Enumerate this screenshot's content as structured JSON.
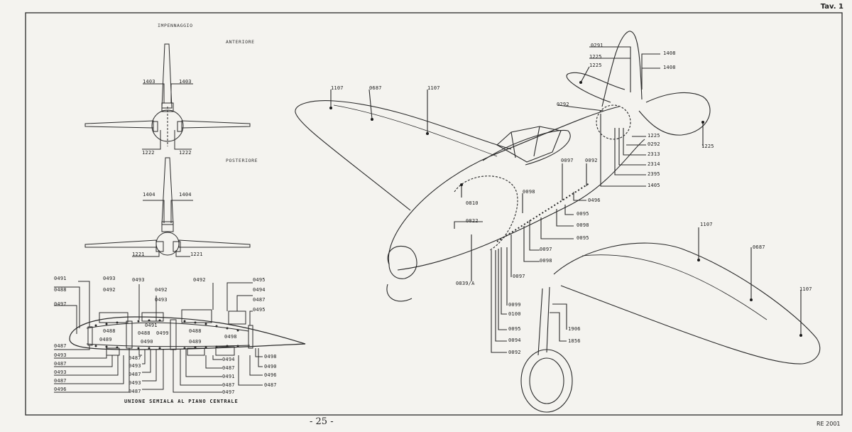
{
  "header": {
    "tav": "Tav. 1"
  },
  "footer": {
    "page": "- 25 -",
    "code": "RE 2001"
  },
  "tail": {
    "title": "IMPENNAGGIO",
    "front_label": "ANTERIORE",
    "rear_label": "POSTERIORE",
    "front_parts": [
      "1403",
      "1403",
      "1222",
      "1222"
    ],
    "rear_parts": [
      "1404",
      "1404",
      "1221",
      "1221"
    ]
  },
  "wing_section": {
    "caption": "UNIONE SEMIALA AL PIANO CENTRALE",
    "top_labels": [
      "0491",
      "0493",
      "0493",
      "0492",
      "0495",
      "0488",
      "0492",
      "0492",
      "0494",
      "0497",
      "0493",
      "0487",
      "0495"
    ],
    "inner_labels": [
      "0491",
      "0488",
      "0488",
      "0499",
      "0488",
      "0489",
      "0490",
      "0498",
      "0489"
    ],
    "left_labels": [
      "0487",
      "0493",
      "0487",
      "0493",
      "0487",
      "0496"
    ],
    "bottom_labels": [
      "0487",
      "0493",
      "0487",
      "0493",
      "0487",
      "0494",
      "0487",
      "0491",
      "0487",
      "0497"
    ],
    "right_labels": [
      "0498",
      "0490",
      "0496",
      "0487"
    ]
  },
  "aircraft": {
    "left_wing": [
      "1107",
      "0687",
      "1107"
    ],
    "fin": [
      "0291",
      "1225",
      "1225",
      "1408",
      "1408"
    ],
    "tail_right": [
      "0292",
      "1225",
      "0292",
      "1225",
      "2313",
      "2314",
      "2395",
      "1405"
    ],
    "spine": [
      "0097",
      "0092",
      "0098",
      "0496",
      "0095",
      "0098",
      "0095",
      "0097",
      "0098",
      "0097"
    ],
    "fuselage": [
      "0810",
      "0822",
      "0839/A"
    ],
    "lower": [
      "0099",
      "0100",
      "0095",
      "0094",
      "0092"
    ],
    "gear": [
      "1906",
      "1856"
    ],
    "right_wing": [
      "1107",
      "0687",
      "1107"
    ]
  }
}
